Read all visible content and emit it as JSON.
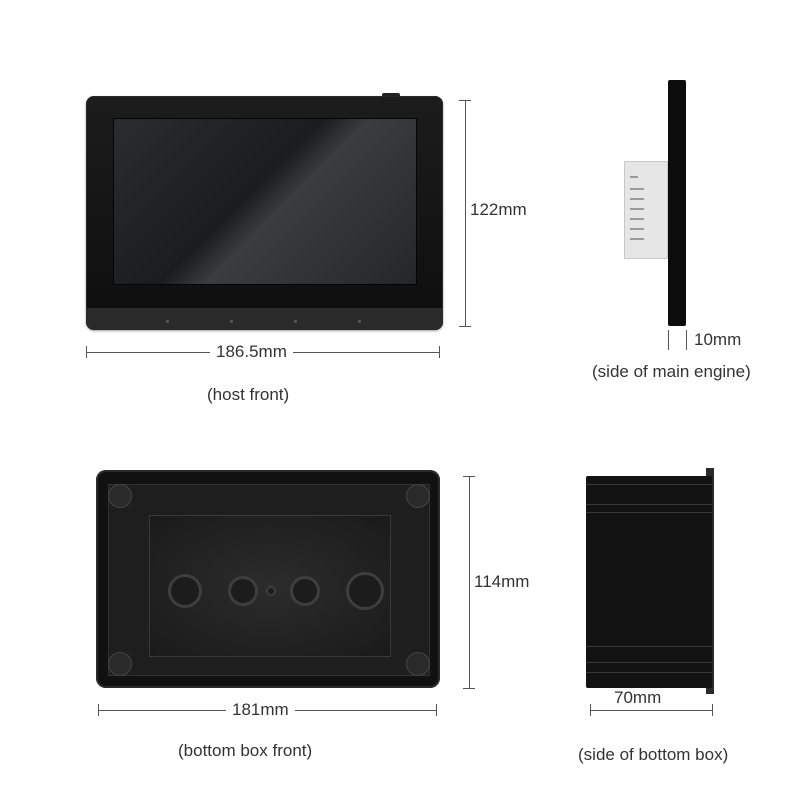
{
  "host_front": {
    "width_label": "186.5mm",
    "height_label": "122mm",
    "caption": "(host front)"
  },
  "host_side": {
    "depth_label": "10mm",
    "caption": "(side of main engine)"
  },
  "box_front": {
    "width_label": "181mm",
    "height_label": "114mm",
    "caption": "(bottom box front)"
  },
  "box_side": {
    "depth_label": "70mm",
    "caption": "(side of bottom box)"
  }
}
